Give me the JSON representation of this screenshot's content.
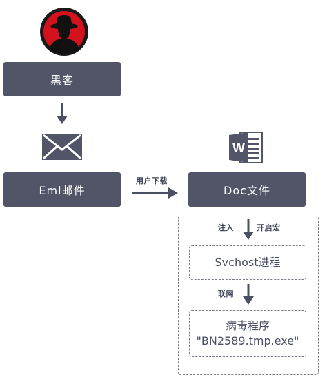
{
  "nodes": {
    "hacker": "黑客",
    "eml": "Eml邮件",
    "doc": "Doc文件",
    "svchost": "Svchost进程",
    "virus_line1": "病毒程序",
    "virus_line2": "\"BN2589.tmp.exe\""
  },
  "edges": {
    "user_download": "用户下载",
    "inject": "注入",
    "enable_macro": "开启宏",
    "connect": "联网"
  },
  "colors": {
    "node_fill": "#525468",
    "arrow": "#4b4f63",
    "hacker_red": "#d4121d",
    "word_blue": "#2e5ea8"
  },
  "icons": [
    "hacker-avatar-icon",
    "envelope-icon",
    "word-document-icon"
  ]
}
